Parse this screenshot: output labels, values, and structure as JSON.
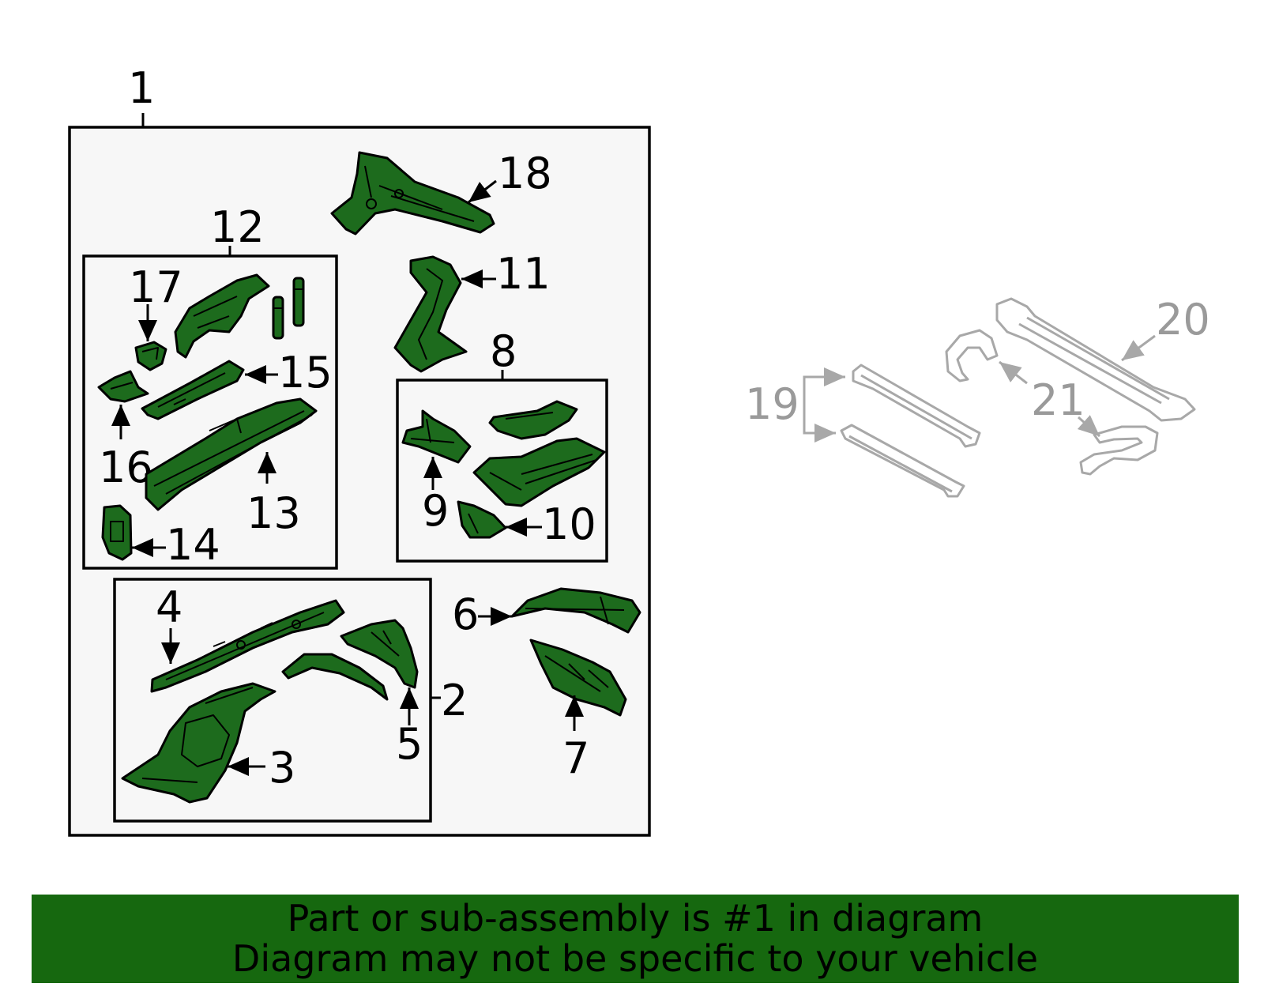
{
  "callouts": {
    "c1": "1",
    "c2": "2",
    "c3": "3",
    "c4": "4",
    "c5": "5",
    "c6": "6",
    "c7": "7",
    "c8": "8",
    "c9": "9",
    "c10": "10",
    "c11": "11",
    "c12": "12",
    "c13": "13",
    "c14": "14",
    "c15": "15",
    "c16": "16",
    "c17": "17",
    "c18": "18",
    "c19": "19",
    "c20": "20",
    "c21": "21"
  },
  "banner": {
    "line1": "Part or sub-assembly is #1 in diagram",
    "line2": "Diagram may not be specific to your vehicle"
  },
  "colors": {
    "part_fill": "#1d6b1d",
    "banner_bg": "#16680f",
    "not_included_outline": "#a8a8a8",
    "panel_bg": "#f7f7f7"
  }
}
